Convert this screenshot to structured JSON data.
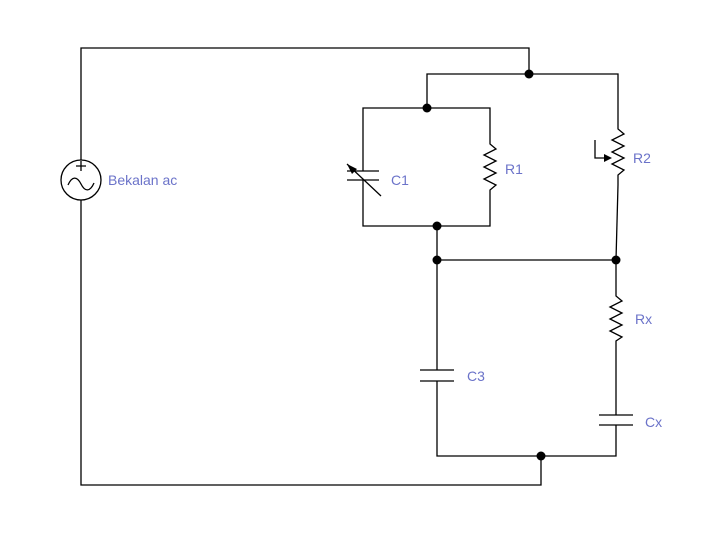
{
  "diagram": {
    "source_label": "Bekalan ac",
    "components": {
      "c1": "C1",
      "r1": "R1",
      "r2": "R2",
      "c3": "C3",
      "rx": "Rx",
      "cx": "Cx"
    },
    "colors": {
      "wire": "#000000",
      "label": "#6b73c9",
      "background": "#ffffff"
    }
  }
}
